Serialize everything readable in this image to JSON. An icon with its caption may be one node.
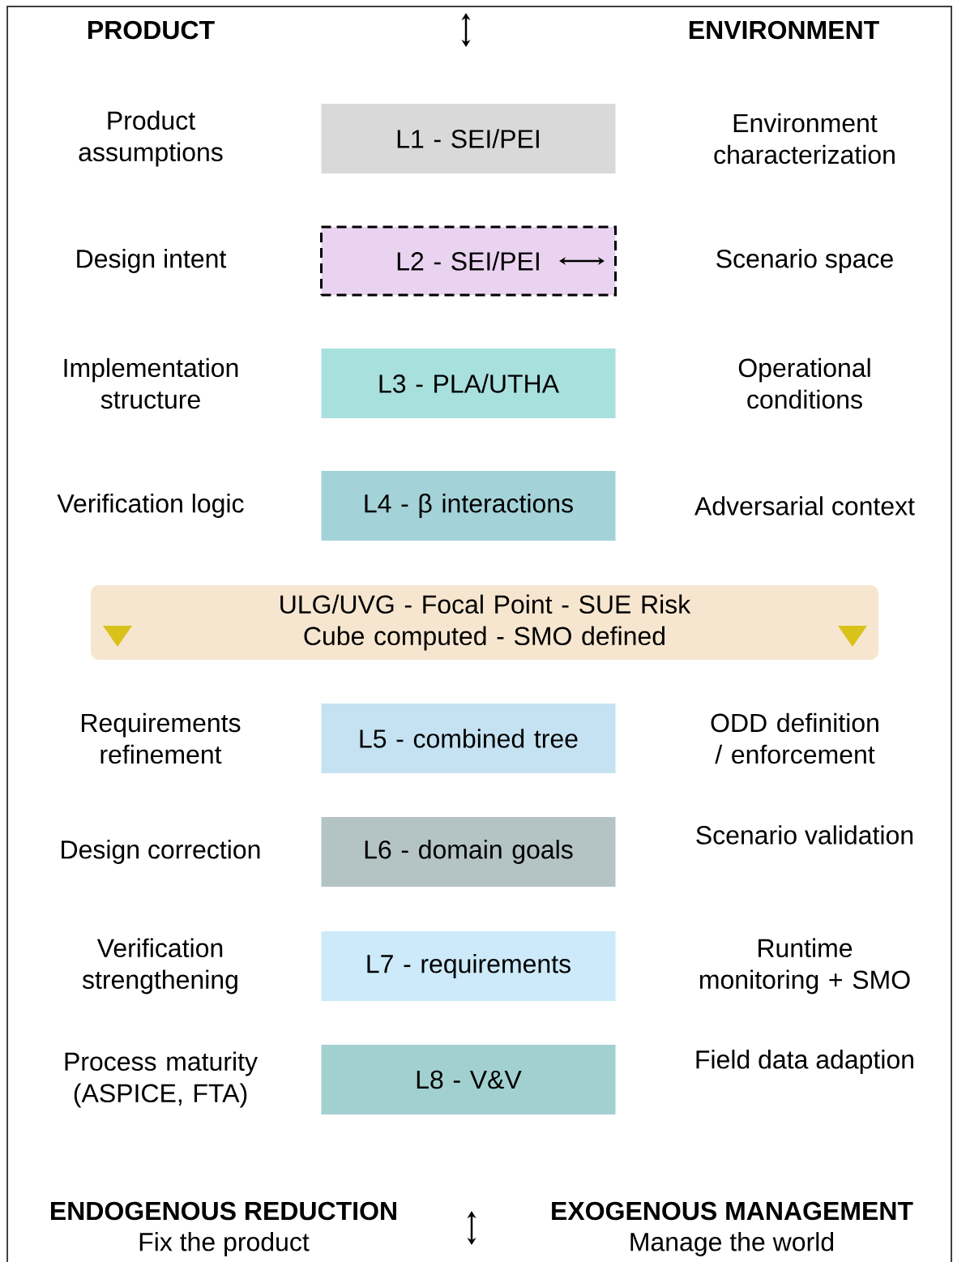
{
  "diagram": {
    "nodes": [
      {
        "text": [
          "L1 - SEI/PEI"
        ]
      },
      {
        "text": [
          "L2 - SEI/PEI"
        ]
      },
      {
        "text": [
          "L3 - PLA/UTHA"
        ]
      },
      {
        "text": [
          "L4 - β interactions"
        ]
      },
      {
        "text": [
          "ULG/UVG - Focal Point - SUE Risk Cube computed - SMO defined"
        ]
      },
      {
        "text": [
          "L5 - combined tree"
        ]
      },
      {
        "text": [
          "L6 - domain goals"
        ]
      },
      {
        "text": [
          "L7 - requirements"
        ]
      },
      {
        "text": [
          "L8 - V&V"
        ]
      }
    ],
    "labels": [
      "PRODUCT",
      "ENVIRONMENT",
      "Product assumptions",
      "Environment characterization",
      "Design intent",
      "Scenario space",
      "Implementation structure",
      "Operational conditions",
      "Verification logic",
      "Adversarial context",
      "Requirements refinement",
      "ODD definition / enforcement",
      "Design correction",
      "Scenario validation",
      "Verification strengthening",
      "Runtime monitoring + SMO",
      "Process maturity (ASPICE, FTA)",
      "Field data adaption",
      "ENDOGENOUS REDUCTION",
      "EXOGENOUS MANAGEMENT",
      "Fix the product",
      "Manage the world"
    ]
  }
}
